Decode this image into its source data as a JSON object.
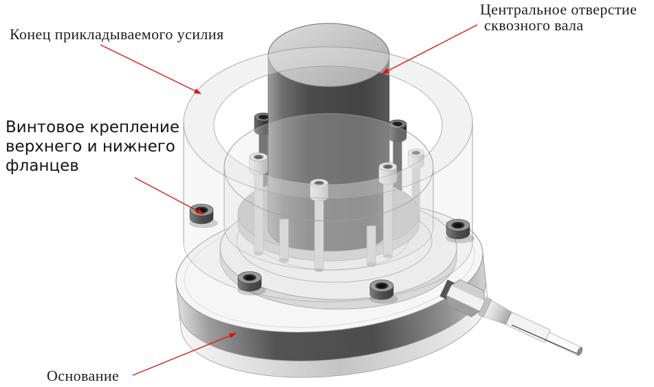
{
  "figure": {
    "type": "annotated-3d-diagram",
    "subject": "Фланцевый датчик силы/момента (CAD-рендер) с выносками",
    "background": "#ffffff"
  },
  "labels": {
    "central_hole_line1": "Центральное отверстие",
    "central_hole_line2": "сквозного вала",
    "force_end": "Конец прикладываемого усилия",
    "screw_mount_line1": "Винтовое крепление",
    "screw_mount_line2": "верхнего и нижнего",
    "screw_mount_line3": "фланцев",
    "base": "Основание"
  },
  "colors": {
    "leader_line": "#dd1414",
    "label_text": "#1d1d1d",
    "cylinder_dark": "#4a4a4a",
    "metal_light": "#f0f0f0"
  }
}
